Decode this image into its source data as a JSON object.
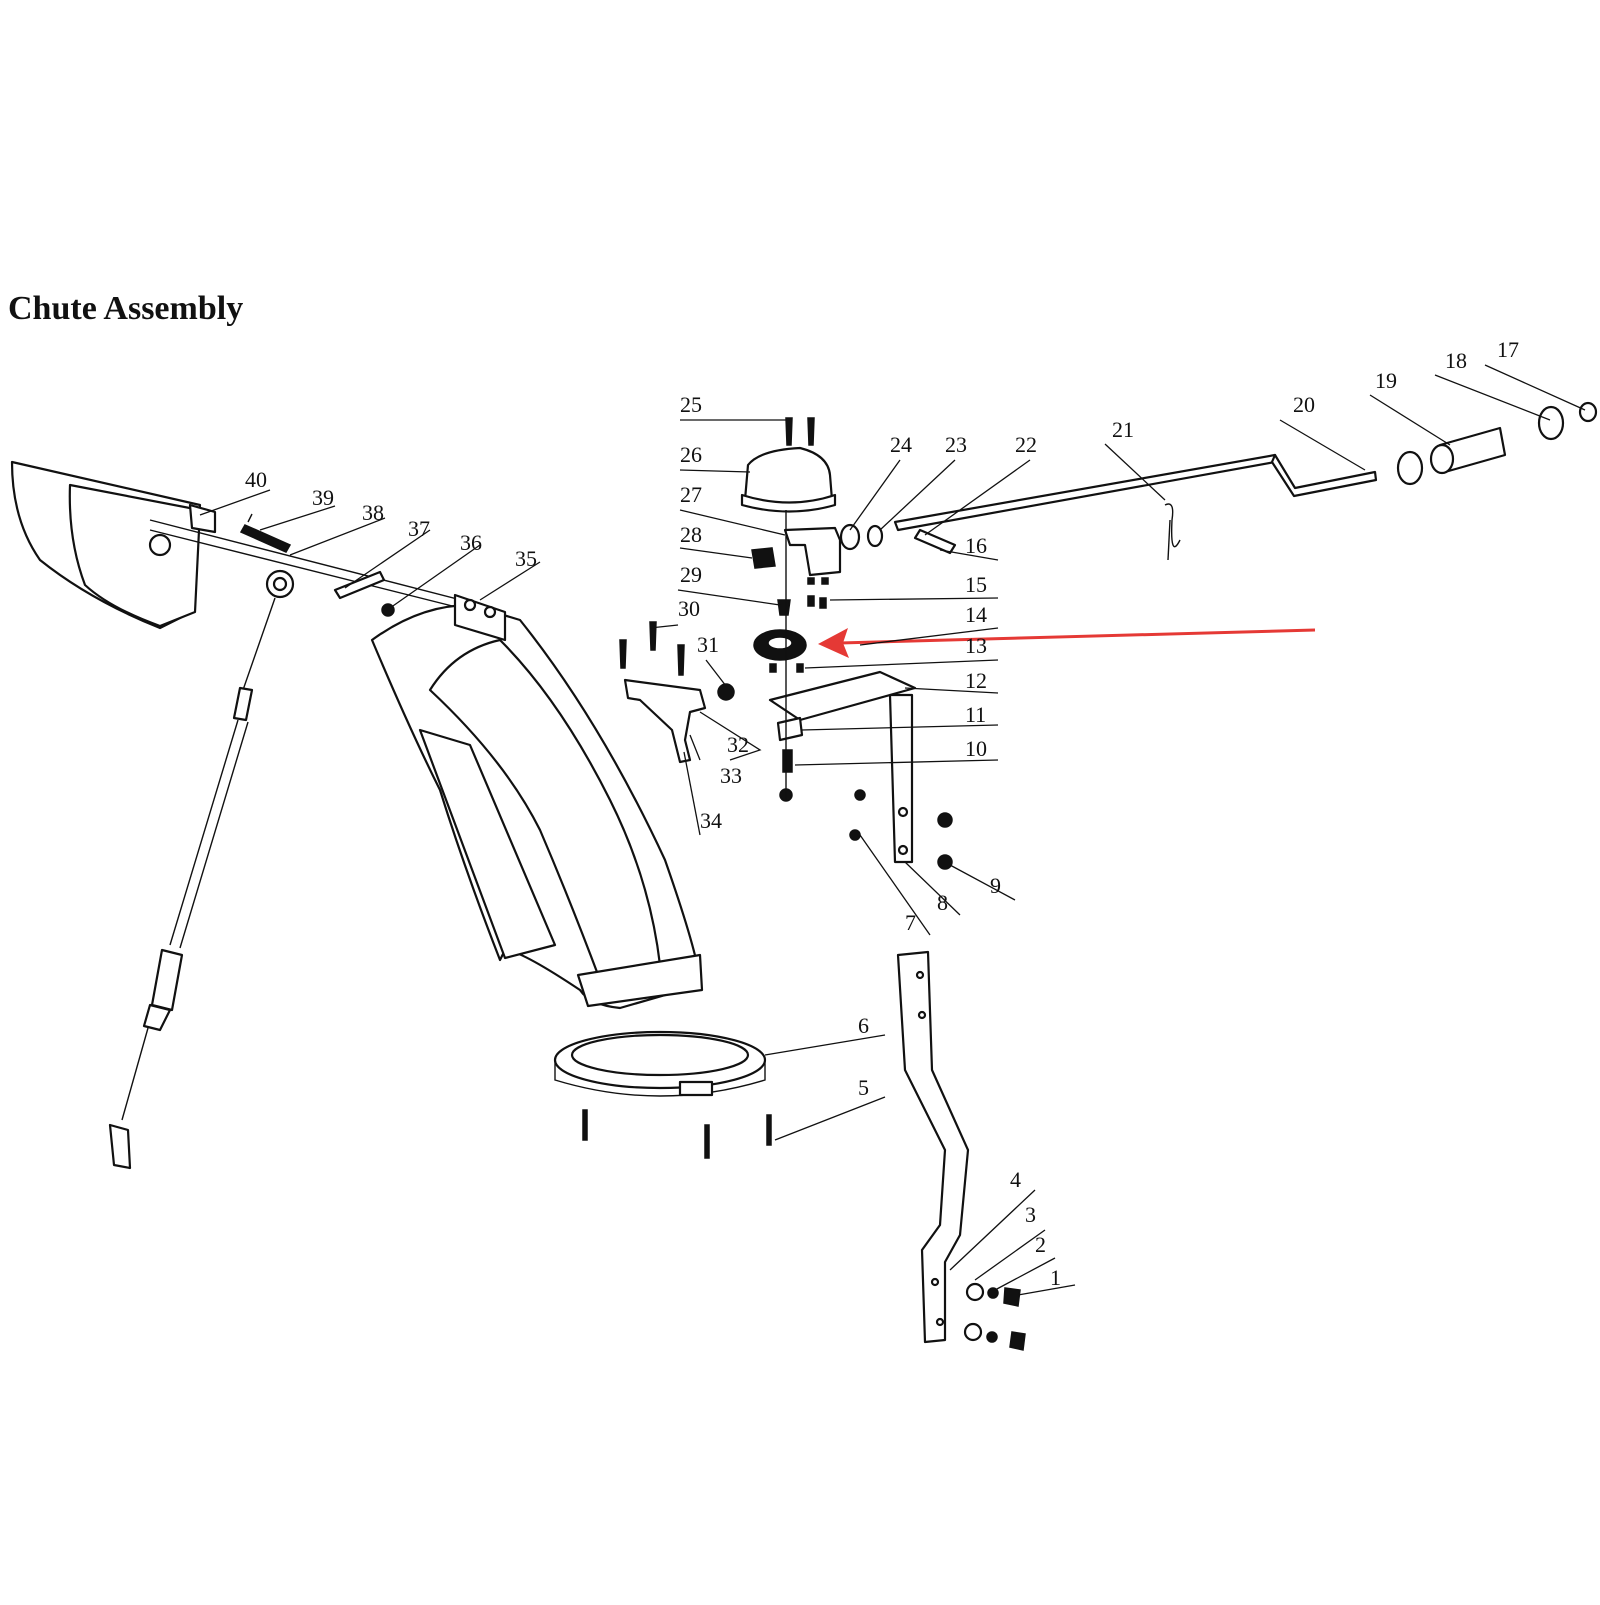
{
  "title": "Chute Assembly",
  "highlight_color": "#e53935",
  "callouts": [
    "1",
    "2",
    "3",
    "4",
    "5",
    "6",
    "7",
    "8",
    "9",
    "10",
    "11",
    "12",
    "13",
    "14",
    "15",
    "16",
    "17",
    "18",
    "19",
    "20",
    "21",
    "22",
    "23",
    "24",
    "25",
    "26",
    "27",
    "28",
    "29",
    "30",
    "31",
    "32",
    "33",
    "34",
    "35",
    "36",
    "37",
    "38",
    "39",
    "40"
  ],
  "highlighted_part": "14"
}
